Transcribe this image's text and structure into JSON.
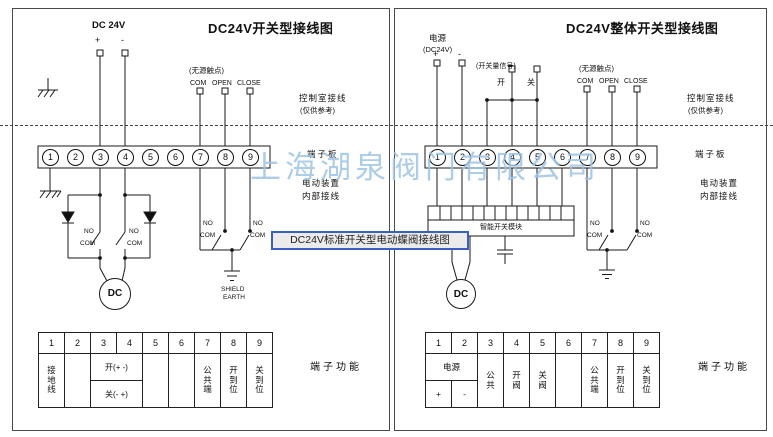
{
  "colors": {
    "watermark": "#9ec4e4",
    "callout_border": "#3a5fc0",
    "wire": "#1a1a1a"
  },
  "watermark_text": "上海湖泉阀门有限公司",
  "callout_text": "DC24V标准开关型电动蝶阀接线图",
  "terminal_numbers": [
    "1",
    "2",
    "3",
    "4",
    "5",
    "6",
    "7",
    "8",
    "9"
  ],
  "left_panel": {
    "title": "DC24V开关型接线图",
    "supply": "DC 24V",
    "plus": "+",
    "minus": "-",
    "dry_contact_note": "(无源触点)",
    "contact_labels": {
      "com": "COM",
      "open": "OPEN",
      "close": "CLOSE"
    },
    "control_room": "控制室接线",
    "control_room_note": "(仅供参考)",
    "terminal_board": "端子板",
    "actuator": "电动装置",
    "internal_wiring": "内部接线",
    "motor": "DC",
    "switch_no": "NO",
    "switch_com": "COM",
    "earth_label1": "SHIELD",
    "earth_label2": "EARTH",
    "function_caption": "端子功能",
    "table": {
      "ground": "接地线",
      "open_polarity": "开(+ -)",
      "close_polarity": "关(- +)",
      "common": "公共端",
      "open_position": "开到位",
      "close_position": "关到位"
    }
  },
  "right_panel": {
    "title": "DC24V整体开关型接线图",
    "supply": "电源",
    "supply_note": "(DC24V)",
    "plus": "+",
    "minus": "-",
    "signal_note": "(开关量信号)",
    "signal_open": "开",
    "signal_close": "关",
    "dry_contact_note": "(无源触点)",
    "contact_labels": {
      "com": "COM",
      "open": "OPEN",
      "close": "CLOSE"
    },
    "control_room": "控制室接线",
    "control_room_note": "(仅供参考)",
    "terminal_board": "端子板",
    "actuator": "电动装置",
    "internal_wiring": "内部接线",
    "module": "智能开关模块",
    "motor": "DC",
    "switch_no": "NO",
    "switch_com": "COM",
    "function_caption": "端子功能",
    "table": {
      "power": "电源",
      "plus": "+",
      "minus": "-",
      "common_ctl": "公共",
      "open_ctl": "开阀",
      "close_ctl": "关阀",
      "common": "公共端",
      "open_position": "开到位",
      "close_position": "关到位"
    }
  }
}
